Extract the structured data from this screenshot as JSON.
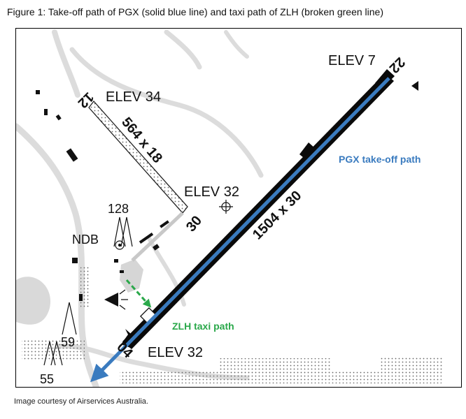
{
  "figure_caption": "Figure 1: Take-off path of PGX (solid blue line) and taxi path of ZLH (broken green line)",
  "image_credit": "Image courtesy of Airservices Australia.",
  "map": {
    "elevations": {
      "runway_22_end": "ELEV 7",
      "runway_12_end": "ELEV 34",
      "aerodrome_reference": "ELEV 32",
      "runway_04_end": "ELEV 32"
    },
    "runways": {
      "main": {
        "dimensions": "1504 x 30",
        "end_numbers": [
          "04",
          "22"
        ]
      },
      "secondary": {
        "dimensions": "564 x 18",
        "end_numbers": [
          "12",
          "30"
        ]
      }
    },
    "navaid": {
      "label": "NDB"
    },
    "obstacles": {
      "mast_1": "128",
      "mast_2": "59",
      "mast_3": "55"
    },
    "paths": {
      "takeoff": {
        "label": "PGX take-off path",
        "color": "#3a7bbf"
      },
      "taxi": {
        "label": "ZLH taxi path",
        "color": "#2aa84a"
      }
    }
  }
}
